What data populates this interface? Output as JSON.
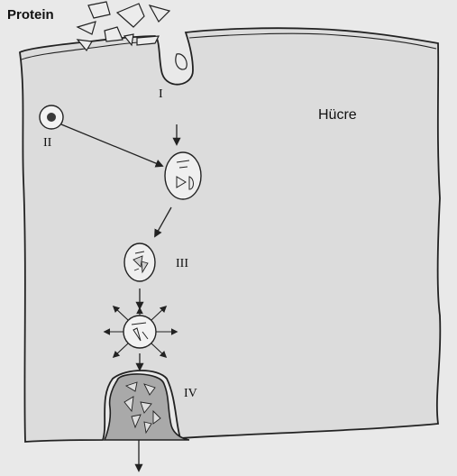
{
  "labels": {
    "protein": "Protein",
    "cell": "Hücre",
    "stage_1": "I",
    "stage_2": "II",
    "stage_3": "III",
    "stage_4": "IV"
  },
  "colors": {
    "cell_fill": "#dcdcdc",
    "outline": "#222222",
    "lysosome_core": "#3a3a3a",
    "secretion_fill": "#a9a9a9"
  }
}
